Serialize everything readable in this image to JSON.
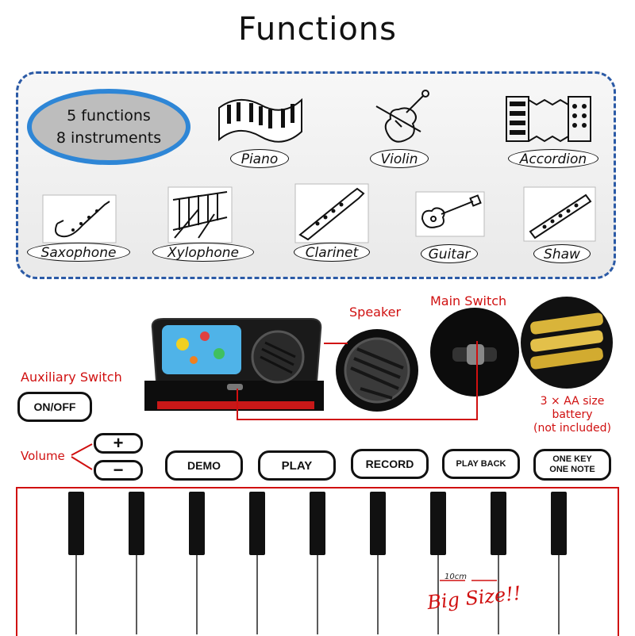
{
  "title": "Functions",
  "badge": {
    "line1": "5 functions",
    "line2": "8 instruments"
  },
  "instruments": [
    {
      "name": "Piano",
      "icon": "piano-icon"
    },
    {
      "name": "Violin",
      "icon": "violin-icon"
    },
    {
      "name": "Accordion",
      "icon": "accordion-icon"
    },
    {
      "name": "Saxophone",
      "icon": "saxophone-icon"
    },
    {
      "name": "Xylophone",
      "icon": "xylophone-icon"
    },
    {
      "name": "Clarinet",
      "icon": "clarinet-icon"
    },
    {
      "name": "Guitar",
      "icon": "guitar-icon"
    },
    {
      "name": "Shaw",
      "icon": "shaw-icon"
    }
  ],
  "labels": {
    "speaker": "Speaker",
    "main_switch": "Main Switch",
    "auxiliary_switch": "Auxiliary Switch",
    "battery_line1": "3 × AA size",
    "battery_line2": "battery",
    "battery_line3": "(not included)",
    "volume": "Volume"
  },
  "buttons": {
    "on_off": "ON/OFF",
    "plus": "+",
    "minus": "−",
    "demo": "DEMO",
    "play": "PLAY",
    "record": "RECORD",
    "play_back": "PLAY BACK",
    "one_key_line1": "ONE KEY",
    "one_key_line2": "ONE NOTE"
  },
  "keyboard": {
    "measure": "10cm",
    "big_size": "Big Size!!"
  },
  "colors": {
    "accent_red": "#d01010",
    "panel_border": "#2b5aa6",
    "badge_ring": "#2e86d6"
  }
}
